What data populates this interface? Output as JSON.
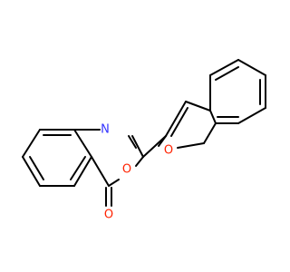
{
  "molecule": {
    "atoms": {
      "n_label": "N",
      "o_ring_label": "O",
      "o_furan_label": "O",
      "o_carbonyl_label": "O"
    },
    "colors": {
      "bond": "#000000",
      "nitrogen": "#3333ff",
      "oxygen": "#ff2200"
    }
  }
}
